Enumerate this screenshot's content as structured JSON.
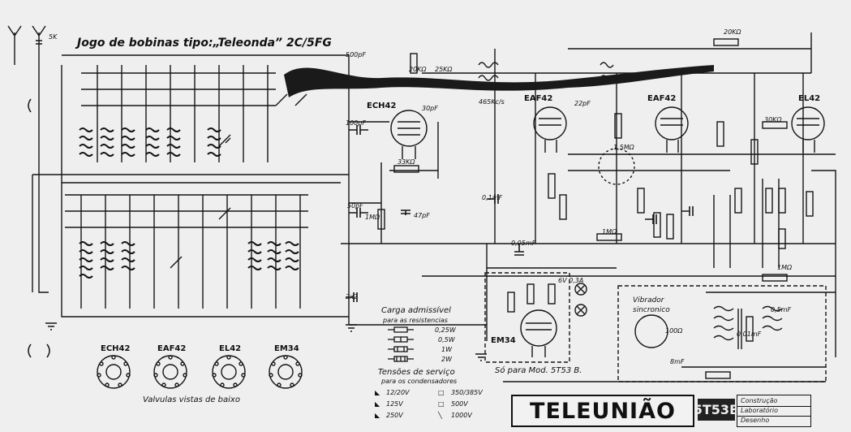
{
  "title": "Jogo de bobinas tipo:„Teleonda” 2C/5FG",
  "brand": "TELEUNIÃO",
  "model_badge": "5T53B",
  "stamp_rows": [
    "Construção",
    "Laboratório",
    "Desenho"
  ],
  "model_note": "Só para Mod. 5T53 B.",
  "tubes": {
    "ech42": "ECH42",
    "eaf42_a": "EAF42",
    "eaf42_b": "EAF42",
    "el42": "EL42",
    "em34": "EM34"
  },
  "bottom_tubes": [
    "ECH42",
    "EAF42",
    "EL42",
    "EM34"
  ],
  "bottom_tubes_caption": "Valvulas vistas de baixo",
  "resistor_legend": {
    "title": "Carga admissível",
    "subtitle": "para as resistencias",
    "rows": [
      "0,25W",
      "0,5W",
      "1W",
      "2W"
    ]
  },
  "voltage_legend": {
    "title": "Tensões de serviço",
    "subtitle": "para os condensadores",
    "items": [
      {
        "sym": "◣",
        "v": "12/20V"
      },
      {
        "sym": "□",
        "v": "350/385V"
      },
      {
        "sym": "◣",
        "v": "125V"
      },
      {
        "sym": "□",
        "v": "500V"
      },
      {
        "sym": "◣",
        "v": "250V"
      },
      {
        "sym": "╲",
        "v": "1000V"
      }
    ]
  },
  "vibrator": {
    "title": "Vibrador",
    "subtitle": "sincronico"
  },
  "components": {
    "c500pf": "500pF",
    "c100pf": "100pF",
    "c50pf": "50pF",
    "c22pf": "22pF",
    "c30pf": "30pF",
    "c47pf": "47pF",
    "r20k": "20KΩ",
    "r25k": "25KΩ",
    "r20k2": "20KΩ",
    "r5k": "5K",
    "r1m": "1MΩ",
    "r33k": "33KΩ",
    "r1mb": "1MΩ",
    "f465": "465Kc/s",
    "c0_1": "0,1mF",
    "c0_05": "0,05mF",
    "c0_01": "0,01mF",
    "c2x2": "2x2",
    "r30k": "30KΩ",
    "r1m5": "1,5MΩ",
    "r1m8": "1MΩ",
    "lamp": "6V 0,3A",
    "r100": "100Ω",
    "c0_5": "0,5mF",
    "c8": "8mF"
  }
}
